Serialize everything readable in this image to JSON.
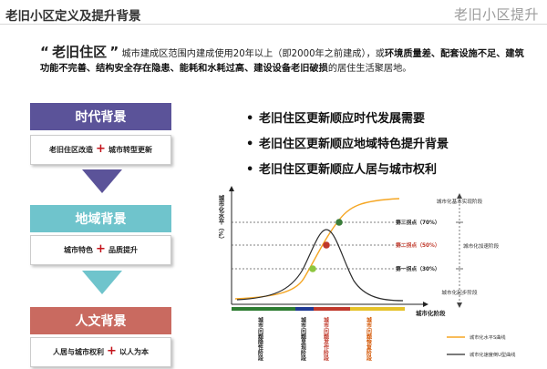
{
  "header": {
    "title": "老旧小区定义及提升背景",
    "brand": "老旧小区提升"
  },
  "intro": {
    "quote_open": "“",
    "term": "老旧住区",
    "quote_close": "”",
    "part1": "城市建成区范围内建成使用20年以上（即2000年之前建成），或",
    "bold1": "环境质量差、配套设施不足、建筑功能不完善、结构安全存在隐患、能耗和水耗过高、建设设备老旧破损",
    "part2": "的居住生活聚居地。"
  },
  "sections": [
    {
      "title": "时代背景",
      "left": "老旧住区改造",
      "right": "城市转型更新",
      "color": "#5b5399"
    },
    {
      "title": "地域背景",
      "left": "城市特色",
      "right": "品质提升",
      "color": "#6fc4cc"
    },
    {
      "title": "人文背景",
      "left": "人居与城市权利",
      "right": "以人为本",
      "color": "#c96a60"
    }
  ],
  "plus_sign": "+",
  "bullets": [
    "老旧住区更新顺应时代发展需要",
    "老旧住区更新顺应地域特色提升背景",
    "老旧住区更新顺应人居与城市权利"
  ],
  "bullet_symbol": "•",
  "diagram": {
    "ylabel": "城市化水平（%）",
    "xlabel": "城市化阶段",
    "point3": "第三拐点（70%）",
    "point2": "第二拐点（50%）",
    "point1": "第一拐点（30%）",
    "stage_top": "城市化基本实现阶段",
    "stage_mid": "城市化加速阶段",
    "stage_low": "城市化起步阶段",
    "phases": [
      "城市问题隐性阶段",
      "城市问题显现阶段",
      "城市问题发作阶段",
      "城市问题恢复阶段"
    ],
    "legend1": "城市化水平S曲线",
    "legend2": "城市化速度倒U型曲线",
    "colors": {
      "s_curve": "#f5a623",
      "u_curve": "#2b2b2b",
      "point3": "#3a7d3a",
      "point2": "#c0392b",
      "point1": "#8dc63f"
    }
  }
}
